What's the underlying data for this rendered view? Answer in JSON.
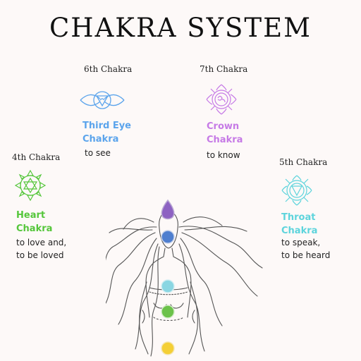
{
  "title": "CHAKRA SYSTEM",
  "chakras": [
    {
      "ordinal": "6th Chakra",
      "name_line1": "Third Eye",
      "name_line2": "Chakra",
      "desc_line1": "to see",
      "desc_line2": "",
      "color": "#5ba4ec",
      "icon": "third-eye-chakra-icon"
    },
    {
      "ordinal": "7th Chakra",
      "name_line1": "Crown",
      "name_line2": "Chakra",
      "desc_line1": "to know",
      "desc_line2": "",
      "color": "#c67ae6",
      "icon": "crown-chakra-icon"
    },
    {
      "ordinal": "4th Chakra",
      "name_line1": "Heart",
      "name_line2": "Chakra",
      "desc_line1": "to love and,",
      "desc_line2": "to be loved",
      "color": "#55c63b",
      "icon": "heart-chakra-icon"
    },
    {
      "ordinal": "5th Chakra",
      "name_line1": "Throat",
      "name_line2": "Chakra",
      "desc_line1": "to speak,",
      "desc_line2": "to be heard",
      "color": "#5dd4dc",
      "icon": "throat-chakra-icon"
    }
  ],
  "figure_dots": [
    {
      "name": "crown",
      "color": "#8d62c2"
    },
    {
      "name": "third-eye",
      "color": "#4f7fcf"
    },
    {
      "name": "throat",
      "color": "#8ad6e2"
    },
    {
      "name": "heart",
      "color": "#6cc24a"
    },
    {
      "name": "solar-plexus",
      "color": "#f4cf36"
    }
  ]
}
